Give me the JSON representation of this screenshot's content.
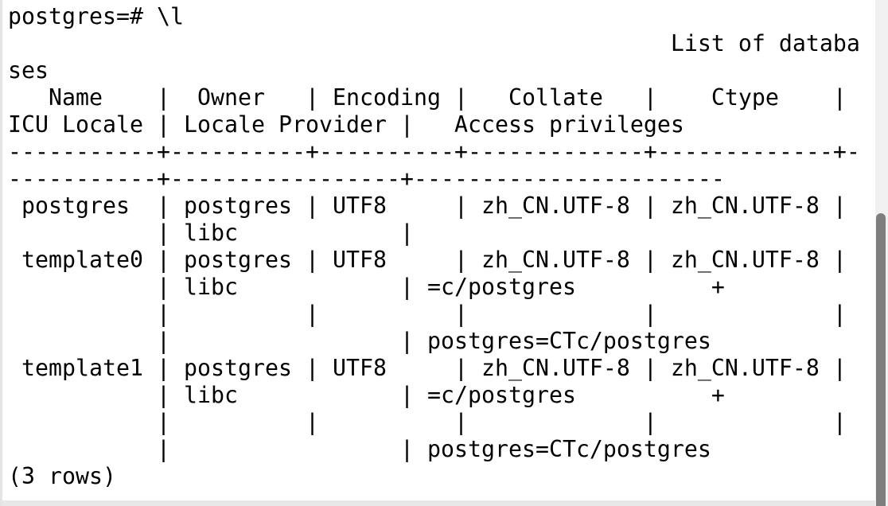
{
  "colors": {
    "background": "#ffffff",
    "text": "#000000",
    "window_edge": "#e5e5e5",
    "scrollbar_track": "#f0f0f0",
    "scrollbar_thumb": "#7e7e7e"
  },
  "terminal": {
    "prompt": "postgres=#",
    "command": "\\l",
    "table_title": "List of databases",
    "columns": [
      "Name",
      "Owner",
      "Encoding",
      "Collate",
      "Ctype",
      "ICU Locale",
      "Locale Provider",
      "Access privileges"
    ],
    "databases": [
      {
        "name": "postgres",
        "owner": "postgres",
        "encoding": "UTF8",
        "collate": "zh_CN.UTF-8",
        "ctype": "zh_CN.UTF-8",
        "icu_locale": "",
        "locale_provider": "libc",
        "access_privileges": ""
      },
      {
        "name": "template0",
        "owner": "postgres",
        "encoding": "UTF8",
        "collate": "zh_CN.UTF-8",
        "ctype": "zh_CN.UTF-8",
        "icu_locale": "",
        "locale_provider": "libc",
        "access_privileges": "=c/postgres\npostgres=CTc/postgres"
      },
      {
        "name": "template1",
        "owner": "postgres",
        "encoding": "UTF8",
        "collate": "zh_CN.UTF-8",
        "ctype": "zh_CN.UTF-8",
        "icu_locale": "",
        "locale_provider": "libc",
        "access_privileges": "=c/postgres\npostgres=CTc/postgres"
      }
    ],
    "row_count_label": "(3 rows)",
    "lines": [
      "postgres=# \\l",
      "                                                 List of databa",
      "ses",
      "   Name    |  Owner   | Encoding |   Collate   |    Ctype    |",
      "ICU Locale | Locale Provider |   Access privileges",
      "-----------+----------+----------+-------------+-------------+-",
      "-----------+-----------------+-----------------------",
      " postgres  | postgres | UTF8     | zh_CN.UTF-8 | zh_CN.UTF-8 |",
      "           | libc            |",
      " template0 | postgres | UTF8     | zh_CN.UTF-8 | zh_CN.UTF-8 |",
      "           | libc            | =c/postgres          +",
      "           |          |          |             |             |",
      "           |                 | postgres=CTc/postgres",
      " template1 | postgres | UTF8     | zh_CN.UTF-8 | zh_CN.UTF-8 |",
      "           | libc            | =c/postgres          +",
      "           |          |          |             |             |",
      "           |                 | postgres=CTc/postgres",
      "(3 rows)"
    ]
  }
}
